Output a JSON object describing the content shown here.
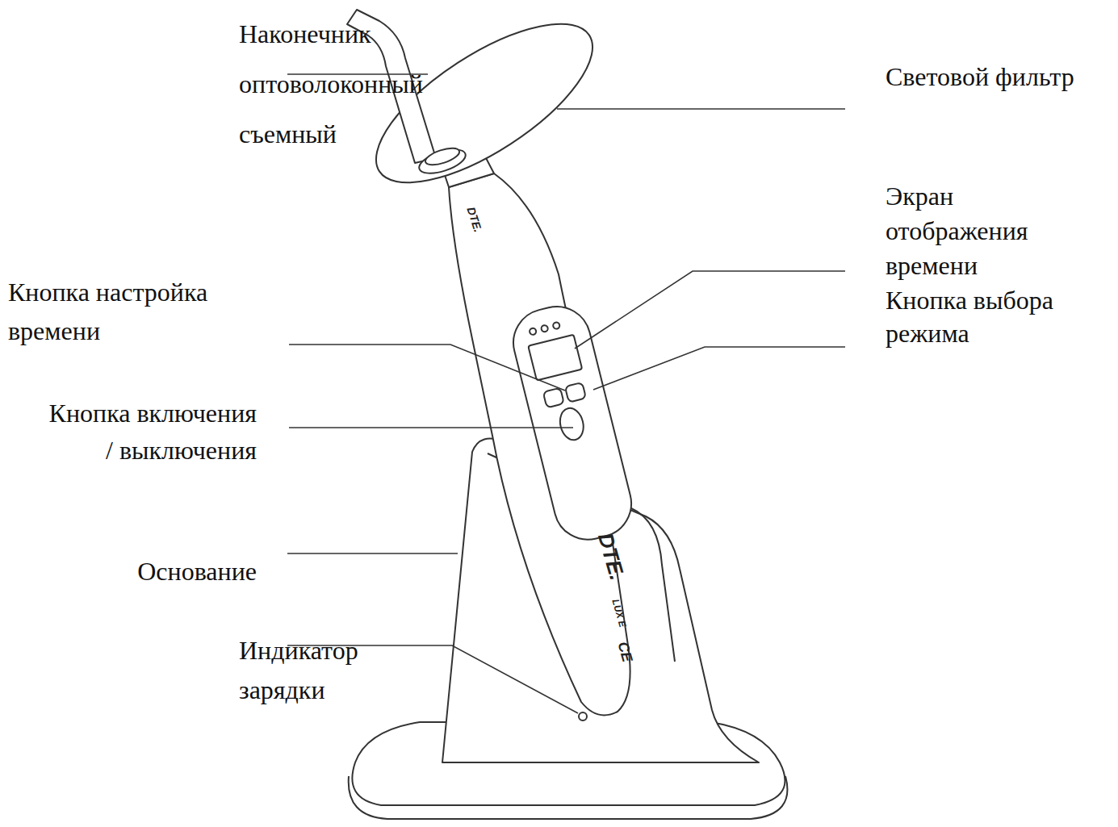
{
  "diagram": {
    "labels": [
      "Наконечник оптоволоконный съемный",
      "Световой фильтр",
      "Экран отображения времени",
      "Кнопка выбора режима",
      "Кнопка настройка времени",
      "Кнопка включения / выключения",
      "Основание",
      "Индикатор зарядки",
      "DTE.",
      "DTE.",
      "LUX E",
      "CE"
    ]
  }
}
